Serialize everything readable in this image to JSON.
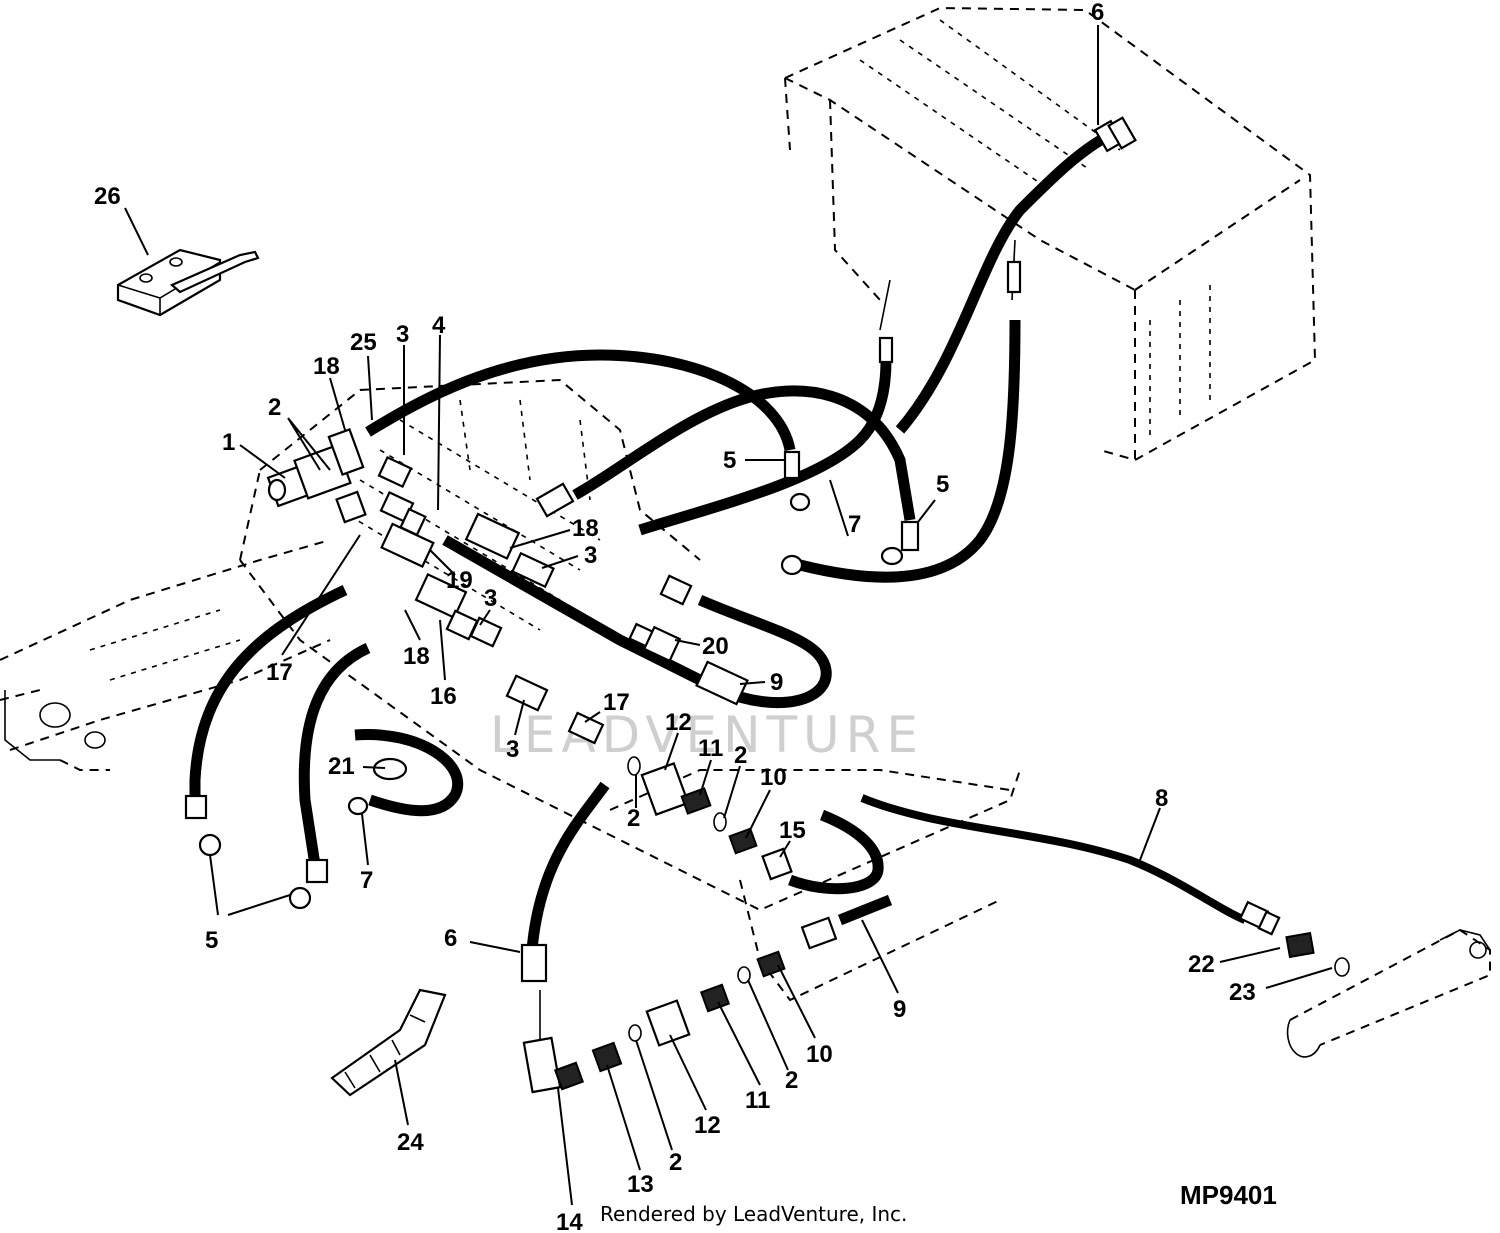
{
  "diagram": {
    "figure_code": "MP9401",
    "credit": "Rendered by LeadVenture, Inc.",
    "watermark": "LEADVENTURE",
    "callouts": [
      {
        "id": "c26a",
        "label": "26"
      },
      {
        "id": "c6top",
        "label": "6"
      },
      {
        "id": "c25",
        "label": "25"
      },
      {
        "id": "c3a",
        "label": "3"
      },
      {
        "id": "c4",
        "label": "4"
      },
      {
        "id": "c18a",
        "label": "18"
      },
      {
        "id": "c2a",
        "label": "2"
      },
      {
        "id": "c1",
        "label": "1"
      },
      {
        "id": "c5a",
        "label": "5"
      },
      {
        "id": "c5b",
        "label": "5"
      },
      {
        "id": "c7a",
        "label": "7"
      },
      {
        "id": "c18b",
        "label": "18"
      },
      {
        "id": "c3b",
        "label": "3"
      },
      {
        "id": "c19",
        "label": "19"
      },
      {
        "id": "c3c",
        "label": "3"
      },
      {
        "id": "c20",
        "label": "20"
      },
      {
        "id": "c9a",
        "label": "9"
      },
      {
        "id": "c17a",
        "label": "17"
      },
      {
        "id": "c18c",
        "label": "18"
      },
      {
        "id": "c16",
        "label": "16"
      },
      {
        "id": "c17b",
        "label": "17"
      },
      {
        "id": "c3d",
        "label": "3"
      },
      {
        "id": "c12a",
        "label": "12"
      },
      {
        "id": "c11a",
        "label": "11"
      },
      {
        "id": "c2b",
        "label": "2"
      },
      {
        "id": "c10a",
        "label": "10"
      },
      {
        "id": "c2c",
        "label": "2"
      },
      {
        "id": "c21",
        "label": "21"
      },
      {
        "id": "c7b",
        "label": "7"
      },
      {
        "id": "c15",
        "label": "15"
      },
      {
        "id": "c8",
        "label": "8"
      },
      {
        "id": "c5c",
        "label": "5"
      },
      {
        "id": "c6b",
        "label": "6"
      },
      {
        "id": "c22",
        "label": "22"
      },
      {
        "id": "c23",
        "label": "23"
      },
      {
        "id": "c9b",
        "label": "9"
      },
      {
        "id": "c10b",
        "label": "10"
      },
      {
        "id": "c2d",
        "label": "2"
      },
      {
        "id": "c11b",
        "label": "11"
      },
      {
        "id": "c12b",
        "label": "12"
      },
      {
        "id": "c2e",
        "label": "2"
      },
      {
        "id": "c13",
        "label": "13"
      },
      {
        "id": "c24",
        "label": "24"
      },
      {
        "id": "c14",
        "label": "14"
      }
    ]
  }
}
